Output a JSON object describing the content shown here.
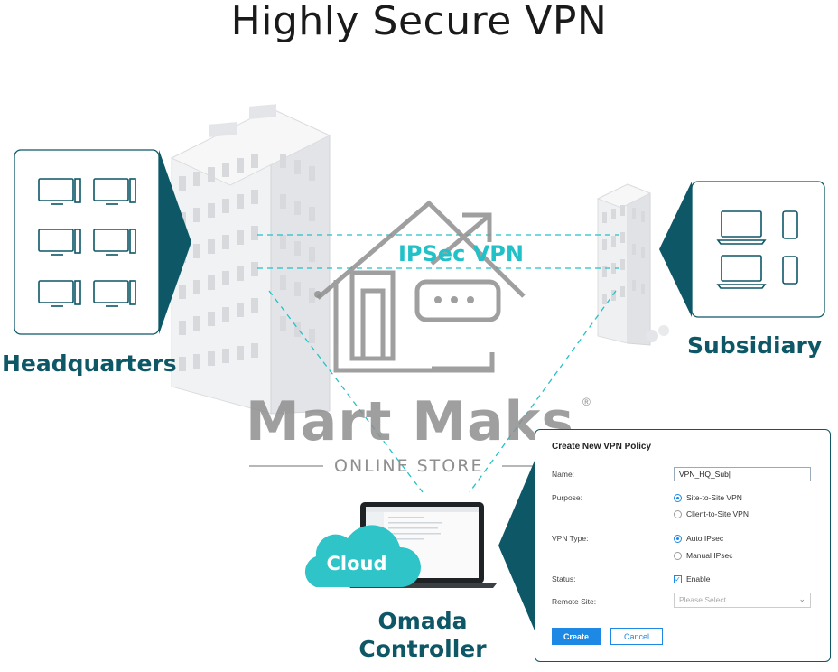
{
  "title": "Highly Secure VPN",
  "labels": {
    "headquarters": "Headquarters",
    "subsidiary": "Subsidiary",
    "ipsec_vpn": "IPSec VPN",
    "cloud": "Cloud",
    "omada_line1": "Omada",
    "omada_line2": "Controller"
  },
  "watermark": {
    "brand": "Mart Maks",
    "registered": "®",
    "tagline": "ONLINE STORE"
  },
  "colors": {
    "dark_teal": "#0d5767",
    "accent_teal": "#22c1c8",
    "button_blue": "#1e88e5"
  },
  "vpn_form": {
    "title": "Create New VPN Policy",
    "name_label": "Name:",
    "name_value": "VPN_HQ_Sub|",
    "purpose_label": "Purpose:",
    "purpose_options": [
      "Site-to-Site VPN",
      "Client-to-Site VPN"
    ],
    "purpose_selected": "Site-to-Site VPN",
    "vpn_type_label": "VPN Type:",
    "vpn_type_options": [
      "Auto IPsec",
      "Manual IPsec"
    ],
    "vpn_type_selected": "Auto IPsec",
    "status_label": "Status:",
    "status_checkbox": "Enable",
    "remote_site_label": "Remote Site:",
    "remote_site_placeholder": "Please Select...",
    "create_button": "Create",
    "cancel_button": "Cancel"
  }
}
